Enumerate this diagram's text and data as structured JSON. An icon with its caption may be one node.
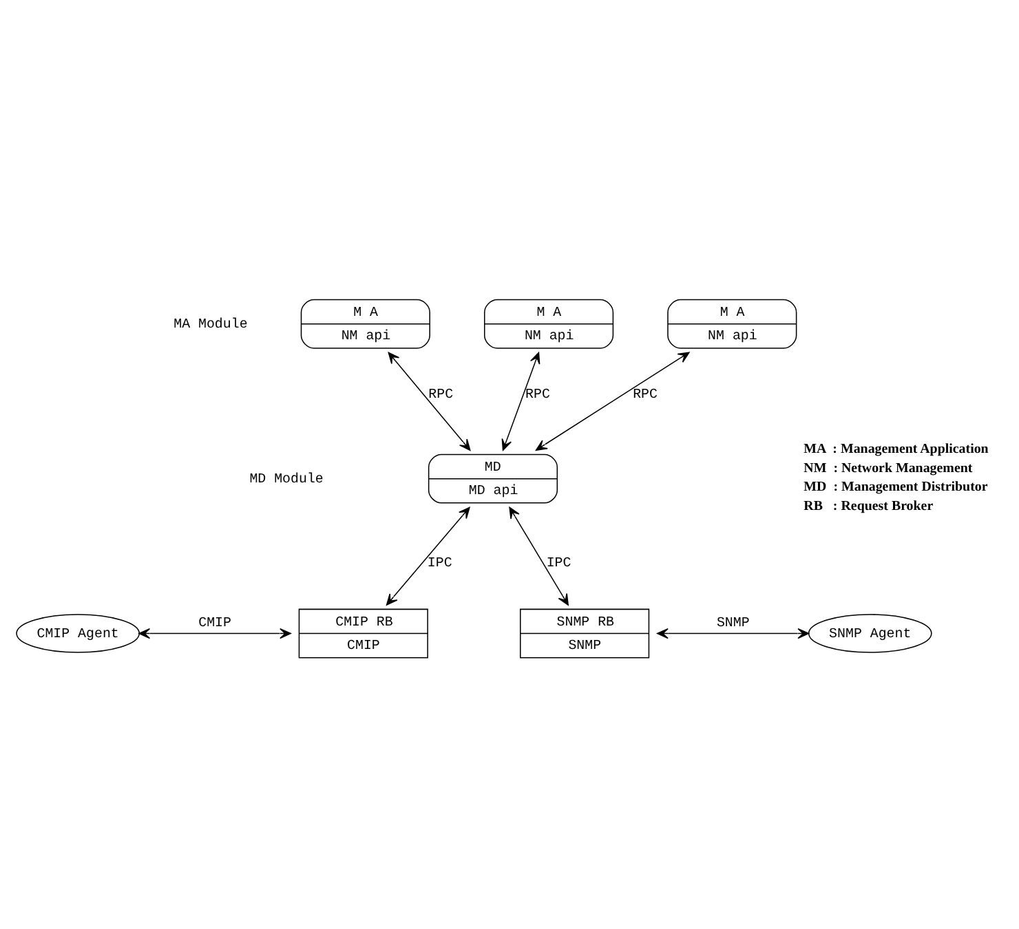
{
  "diagram": {
    "nodes": [
      {
        "text": [
          "M A",
          "NM api"
        ]
      },
      {
        "text": [
          "M A",
          "NM api"
        ]
      },
      {
        "text": [
          "M A",
          "NM api"
        ]
      },
      {
        "text": [
          "MD",
          "MD api"
        ]
      },
      {
        "text": [
          "CMIP Agent"
        ]
      },
      {
        "text": [
          "CMIP RB",
          "CMIP"
        ]
      },
      {
        "text": [
          "SNMP RB",
          "SNMP"
        ]
      },
      {
        "text": [
          "SNMP Agent"
        ]
      }
    ],
    "edges": [
      {
        "from": 0,
        "to": 3,
        "arrow": "both",
        "label": "RPC"
      },
      {
        "from": 1,
        "to": 3,
        "arrow": "both",
        "label": "RPC"
      },
      {
        "from": 2,
        "to": 3,
        "arrow": "both",
        "label": "RPC"
      },
      {
        "from": 3,
        "to": 5,
        "arrow": "both",
        "label": "IPC"
      },
      {
        "from": 3,
        "to": 6,
        "arrow": "both",
        "label": "IPC"
      },
      {
        "from": 4,
        "to": 5,
        "arrow": "both",
        "label": "CMIP"
      },
      {
        "from": 6,
        "to": 7,
        "arrow": "both",
        "label": "SNMP"
      }
    ],
    "labels": [
      "MA Module",
      "MD Module",
      "MA  : Management Application",
      "NM  : Network Management",
      "MD  : Management Distributor",
      "RB   : Request Broker"
    ]
  }
}
